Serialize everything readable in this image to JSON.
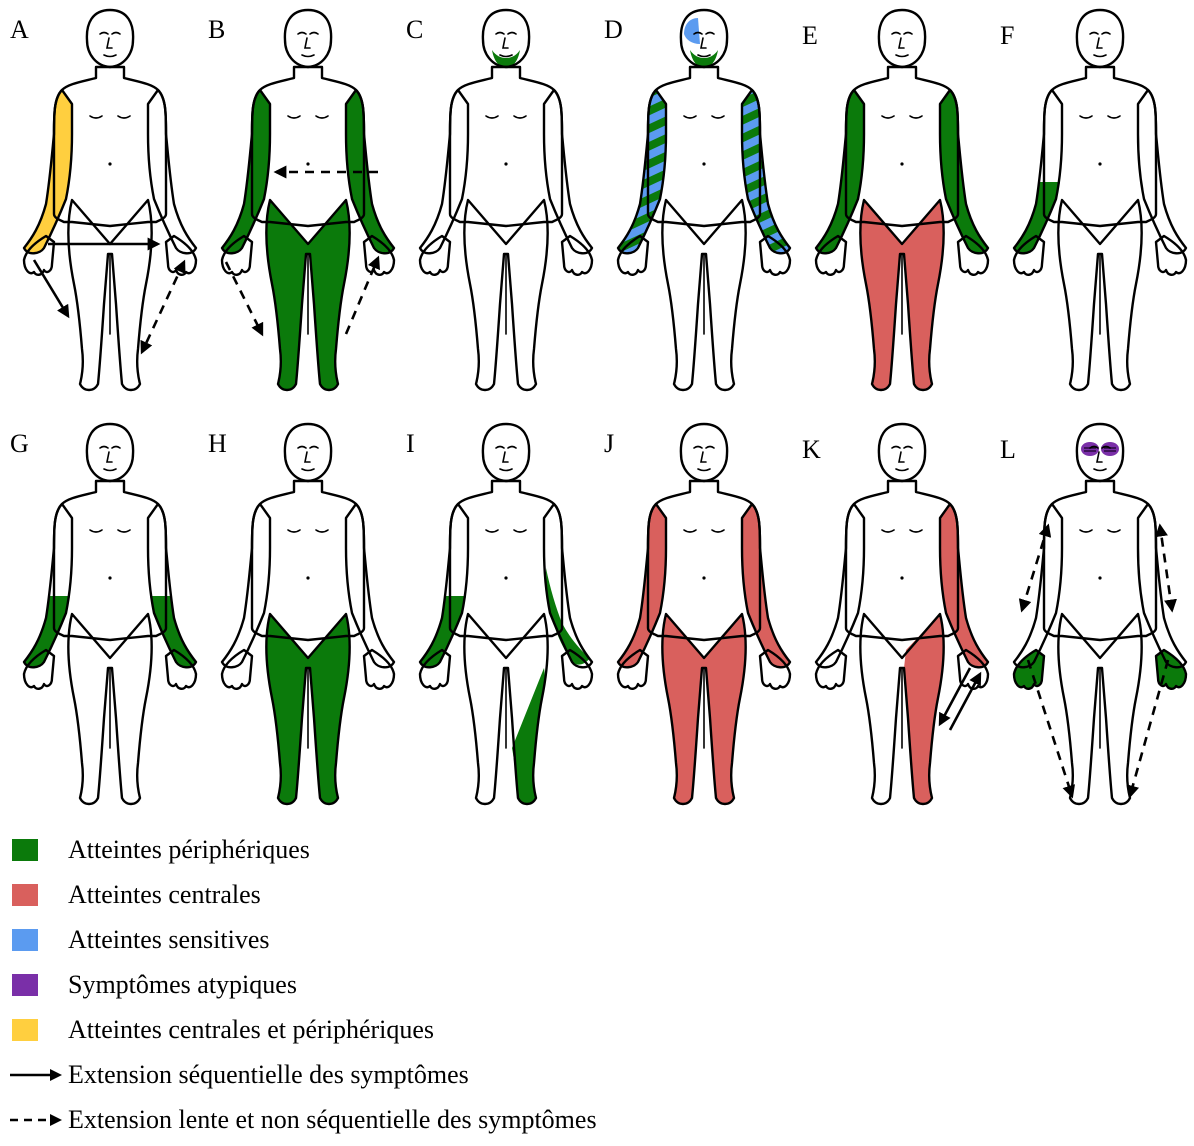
{
  "colors": {
    "peripheral": "#0b7a0b",
    "central": "#d9605d",
    "sensory": "#5b9bf0",
    "atypical": "#7a2fa8",
    "mixed": "#ffcf3f",
    "outline": "#000000"
  },
  "panels": [
    {
      "letter": "A",
      "regions": [
        {
          "part": "arm-right",
          "color": "mixed"
        }
      ],
      "arrows": [
        "A-solid-1",
        "A-solid-2",
        "A-dash-1"
      ]
    },
    {
      "letter": "B",
      "regions": [
        {
          "part": "arm-right",
          "color": "peripheral"
        },
        {
          "part": "arm-left",
          "color": "peripheral"
        },
        {
          "part": "legs",
          "color": "peripheral"
        }
      ],
      "arrows": [
        "B-dash-1",
        "B-dash-2",
        "B-dash-3"
      ]
    },
    {
      "letter": "C",
      "regions": [
        {
          "part": "jaw",
          "color": "peripheral"
        }
      ],
      "arrows": []
    },
    {
      "letter": "D",
      "regions": [
        {
          "part": "jaw",
          "color": "peripheral"
        },
        {
          "part": "face-patch",
          "color": "sensory"
        },
        {
          "part": "arm-right",
          "color": "striped"
        },
        {
          "part": "arm-left",
          "color": "striped"
        }
      ],
      "arrows": []
    },
    {
      "letter": "E",
      "regions": [
        {
          "part": "arm-right",
          "color": "peripheral"
        },
        {
          "part": "arm-left",
          "color": "peripheral"
        },
        {
          "part": "legs",
          "color": "central"
        }
      ],
      "arrows": []
    },
    {
      "letter": "F",
      "regions": [
        {
          "part": "forearm-right",
          "color": "peripheral"
        }
      ],
      "arrows": []
    },
    {
      "letter": "G",
      "regions": [
        {
          "part": "forearm-right",
          "color": "peripheral"
        },
        {
          "part": "forearm-left",
          "color": "peripheral"
        }
      ],
      "arrows": []
    },
    {
      "letter": "H",
      "regions": [
        {
          "part": "legs",
          "color": "peripheral"
        }
      ],
      "arrows": []
    },
    {
      "letter": "I",
      "regions": [
        {
          "part": "forearm-right",
          "color": "peripheral"
        },
        {
          "part": "forearm-left-partial",
          "color": "peripheral"
        },
        {
          "part": "leg-left-partial",
          "color": "peripheral"
        }
      ],
      "arrows": []
    },
    {
      "letter": "J",
      "regions": [
        {
          "part": "arm-right",
          "color": "central"
        },
        {
          "part": "arm-left",
          "color": "central"
        },
        {
          "part": "legs",
          "color": "central"
        }
      ],
      "arrows": []
    },
    {
      "letter": "K",
      "regions": [
        {
          "part": "arm-left",
          "color": "central"
        },
        {
          "part": "leg-left",
          "color": "central"
        }
      ],
      "arrows": [
        "K-solid-1",
        "K-solid-2"
      ]
    },
    {
      "letter": "L",
      "regions": [
        {
          "part": "eyes",
          "color": "atypical"
        },
        {
          "part": "hand-right",
          "color": "peripheral"
        },
        {
          "part": "hand-left",
          "color": "peripheral"
        }
      ],
      "arrows": [
        "L-dash-1",
        "L-dash-2",
        "L-dash-3",
        "L-dash-4"
      ]
    }
  ],
  "legend": [
    {
      "color": "peripheral",
      "label": "Atteintes périphériques"
    },
    {
      "color": "central",
      "label": "Atteintes centrales"
    },
    {
      "color": "sensory",
      "label": "Atteintes sensitives"
    },
    {
      "color": "atypical",
      "label": "Symptômes atypiques"
    },
    {
      "color": "mixed",
      "label": "Atteintes centrales et périphériques"
    },
    {
      "line": "solid",
      "label": "Extension séquentielle des symptômes"
    },
    {
      "line": "dashed",
      "label": "Extension lente et non séquentielle des symptômes"
    }
  ]
}
